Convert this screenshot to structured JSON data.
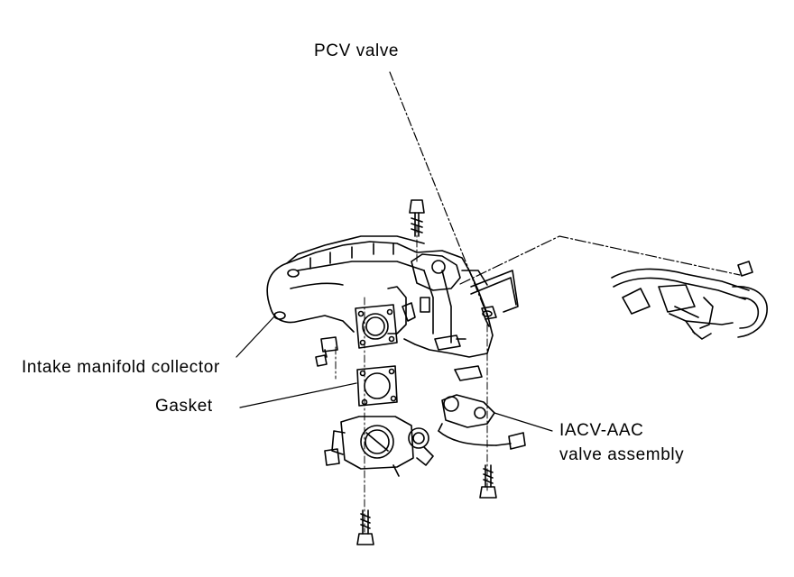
{
  "labels": {
    "pcv_valve": "PCV valve",
    "intake_manifold_collector": "Intake manifold collector",
    "gasket": "Gasket",
    "iacv_line1": "IACV-AAC",
    "iacv_line2": "valve assembly"
  }
}
